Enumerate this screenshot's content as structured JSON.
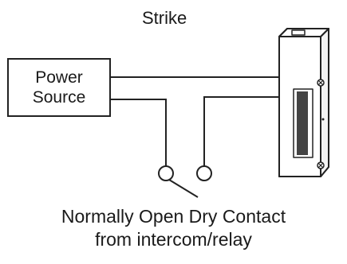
{
  "diagram": {
    "title": "Strike",
    "power_source": {
      "line1": "Power",
      "line2": "Source"
    },
    "caption": {
      "line1": "Normally Open Dry Contact",
      "line2": "from intercom/relay"
    }
  }
}
